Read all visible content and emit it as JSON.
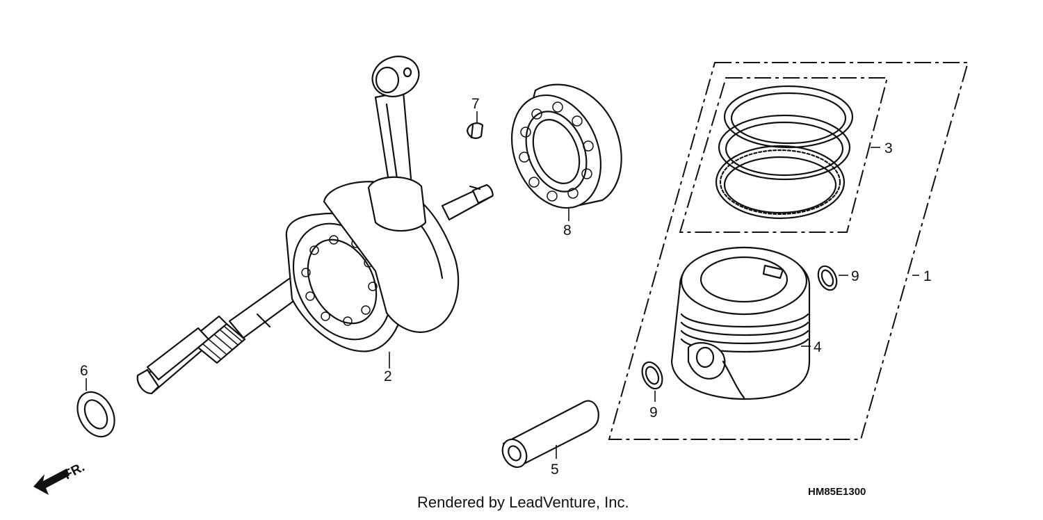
{
  "callouts": {
    "c1": "1",
    "c2": "2",
    "c3": "3",
    "c4": "4",
    "c5": "5",
    "c6": "6",
    "c7": "7",
    "c8": "8",
    "c9a": "9",
    "c9b": "9"
  },
  "footer": {
    "credit": "Rendered by LeadVenture, Inc.",
    "diagram_code": "HM85E1300"
  },
  "direction": {
    "label": "FR."
  },
  "parts": [
    {
      "ref": "1",
      "icon": "piston-set-icon"
    },
    {
      "ref": "2",
      "icon": "crankshaft-icon"
    },
    {
      "ref": "3",
      "icon": "piston-ring-set-icon"
    },
    {
      "ref": "4",
      "icon": "piston-icon"
    },
    {
      "ref": "5",
      "icon": "piston-pin-icon"
    },
    {
      "ref": "6",
      "icon": "washer-icon"
    },
    {
      "ref": "7",
      "icon": "woodruff-key-icon"
    },
    {
      "ref": "8",
      "icon": "ball-bearing-icon"
    },
    {
      "ref": "9",
      "icon": "pin-clip-icon"
    }
  ]
}
